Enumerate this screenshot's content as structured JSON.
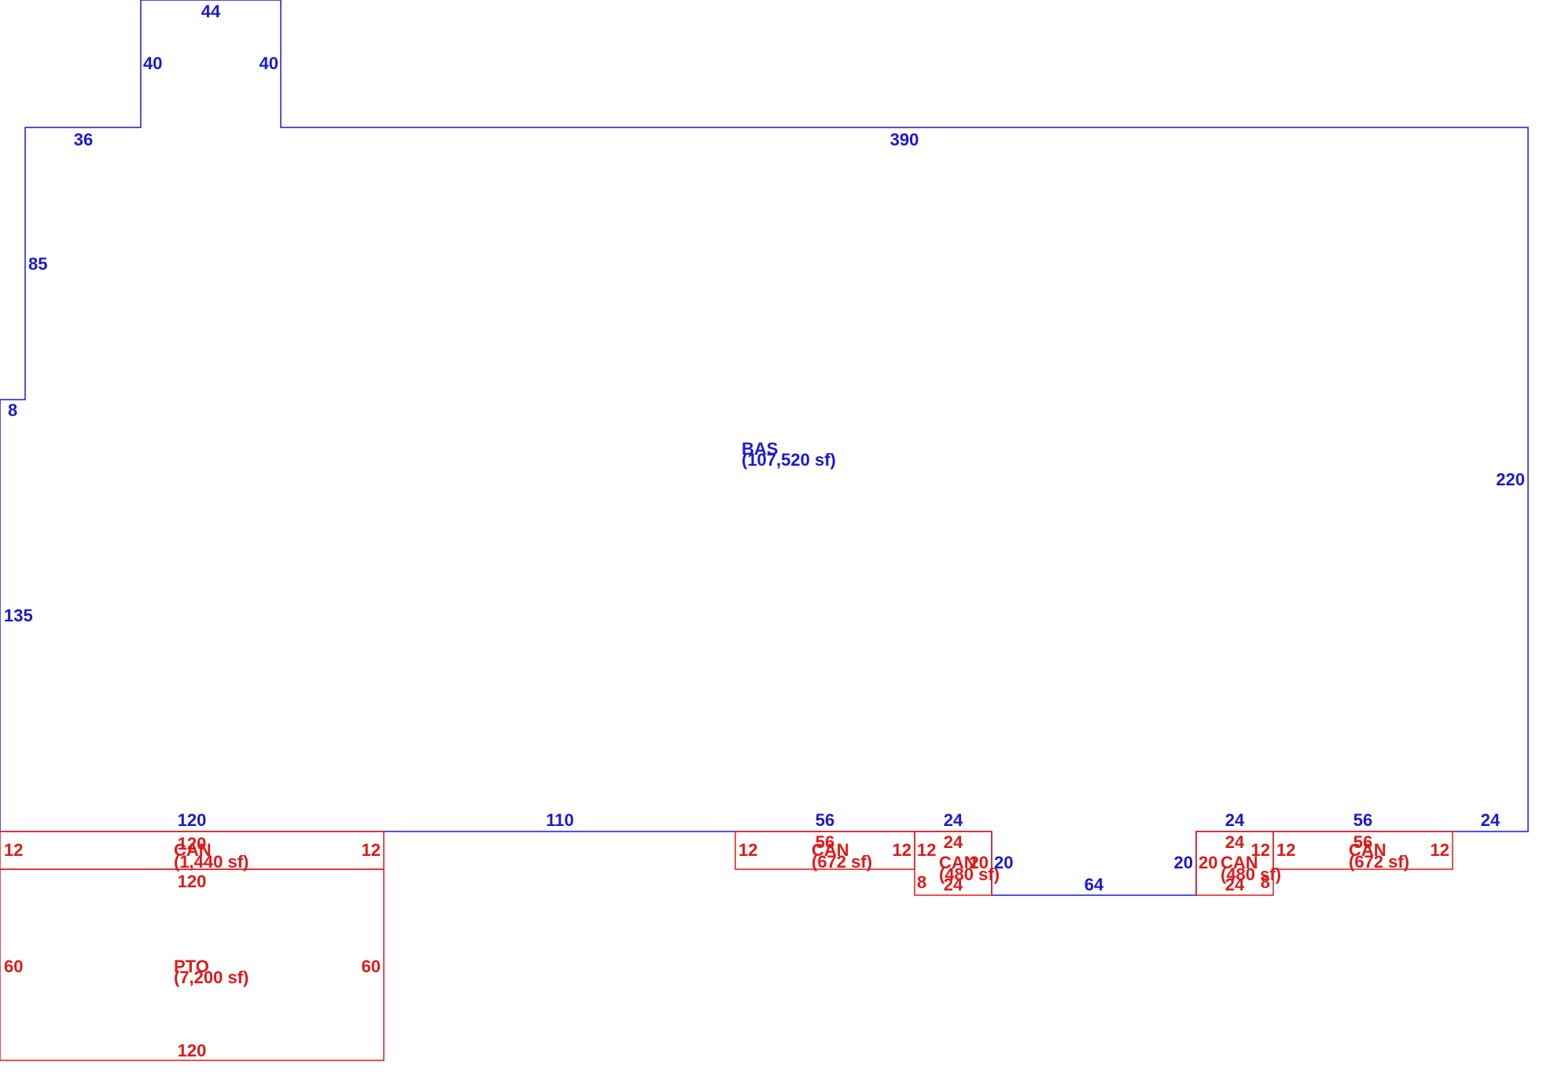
{
  "colors": {
    "main_area": "#1a1acc",
    "sub_area": "#dd1a1a",
    "background": "#ffffff"
  },
  "areas": [
    {
      "code": "BAS",
      "size": "(107,520 sf)",
      "color": "main"
    },
    {
      "code": "CAN",
      "size": "(1,440 sf)",
      "color": "sub"
    },
    {
      "code": "PTO",
      "size": "(7,200 sf)",
      "color": "sub"
    },
    {
      "code": "CAN",
      "size": "(672 sf)",
      "color": "sub"
    },
    {
      "code": "CAN",
      "size": "(480 sf)",
      "color": "sub"
    },
    {
      "code": "CAN",
      "size": "(480 sf)",
      "color": "sub"
    },
    {
      "code": "CAN",
      "size": "(672 sf)",
      "color": "sub"
    }
  ],
  "dimensions": {
    "main": [
      "44",
      "40",
      "40",
      "36",
      "390",
      "85",
      "8",
      "220",
      "135",
      "120",
      "110",
      "56",
      "24",
      "20",
      "64",
      "20",
      "24",
      "56",
      "24"
    ],
    "sub": [
      "12",
      "120",
      "12",
      "120",
      "60",
      "60",
      "120",
      "12",
      "56",
      "12",
      "12",
      "24",
      "20",
      "8",
      "24",
      "20",
      "24",
      "12",
      "24",
      "8",
      "12",
      "56",
      "12"
    ]
  }
}
